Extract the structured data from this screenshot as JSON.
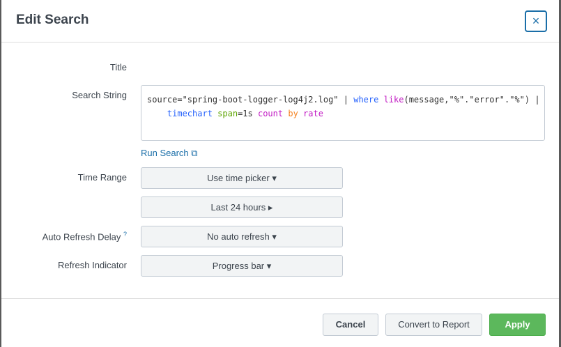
{
  "dialog": {
    "title": "Edit Search",
    "close_label": "×"
  },
  "form": {
    "title_label": "Title",
    "search_label": "Search String",
    "search_string": {
      "line1": [
        {
          "t": "source=\"spring-boot-logger-log4j2.log\" | ",
          "c": ""
        },
        {
          "t": "where",
          "c": "kw1"
        },
        {
          "t": " ",
          "c": ""
        },
        {
          "t": "like",
          "c": "kw2"
        },
        {
          "t": "(message,\"%\".\"error\".\"%\") |",
          "c": ""
        }
      ],
      "line2": [
        {
          "t": "    ",
          "c": ""
        },
        {
          "t": "timechart",
          "c": "kw1"
        },
        {
          "t": " ",
          "c": ""
        },
        {
          "t": "span",
          "c": "kw3"
        },
        {
          "t": "=1s ",
          "c": ""
        },
        {
          "t": "count",
          "c": "kw2"
        },
        {
          "t": " ",
          "c": ""
        },
        {
          "t": "by",
          "c": "kw4"
        },
        {
          "t": " ",
          "c": ""
        },
        {
          "t": "rate",
          "c": "kw2"
        }
      ]
    },
    "run_search": "Run Search ⧉",
    "time_range_label": "Time Range",
    "time_picker": "Use time picker ▾",
    "time_value": "Last 24 hours ▸",
    "auto_refresh_label": "Auto Refresh Delay",
    "help_mark": "?",
    "auto_refresh_value": "No auto refresh ▾",
    "refresh_indicator_label": "Refresh Indicator",
    "refresh_indicator_value": "Progress bar ▾"
  },
  "footer": {
    "cancel": "Cancel",
    "convert": "Convert to Report",
    "apply": "Apply"
  },
  "colors": {
    "accent": "#1a6ea8",
    "apply": "#5cb85c"
  }
}
